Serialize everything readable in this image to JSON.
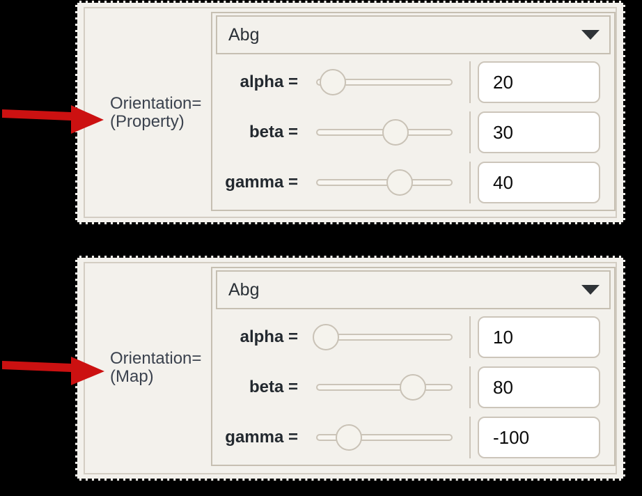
{
  "background_color": "#000000",
  "arrow_color": "#cc1111",
  "panel_bg_color": "#f3f1ec",
  "panels": [
    {
      "annotation": {
        "line1": "Orientation=",
        "line2": "(Property)"
      },
      "dropdown": {
        "value": "Abg",
        "icon": "chevron-down"
      },
      "sliders": [
        {
          "label": "alpha =",
          "value": "20",
          "thumb_pct": 12
        },
        {
          "label": "beta =",
          "value": "30",
          "thumb_pct": 58
        },
        {
          "label": "gamma =",
          "value": "40",
          "thumb_pct": 61
        }
      ]
    },
    {
      "annotation": {
        "line1": "Orientation=",
        "line2": "(Map)"
      },
      "dropdown": {
        "value": "Abg",
        "icon": "chevron-down"
      },
      "sliders": [
        {
          "label": "alpha =",
          "value": "10",
          "thumb_pct": 7
        },
        {
          "label": "beta =",
          "value": "80",
          "thumb_pct": 71
        },
        {
          "label": "gamma =",
          "value": "-100",
          "thumb_pct": 24
        }
      ]
    }
  ]
}
